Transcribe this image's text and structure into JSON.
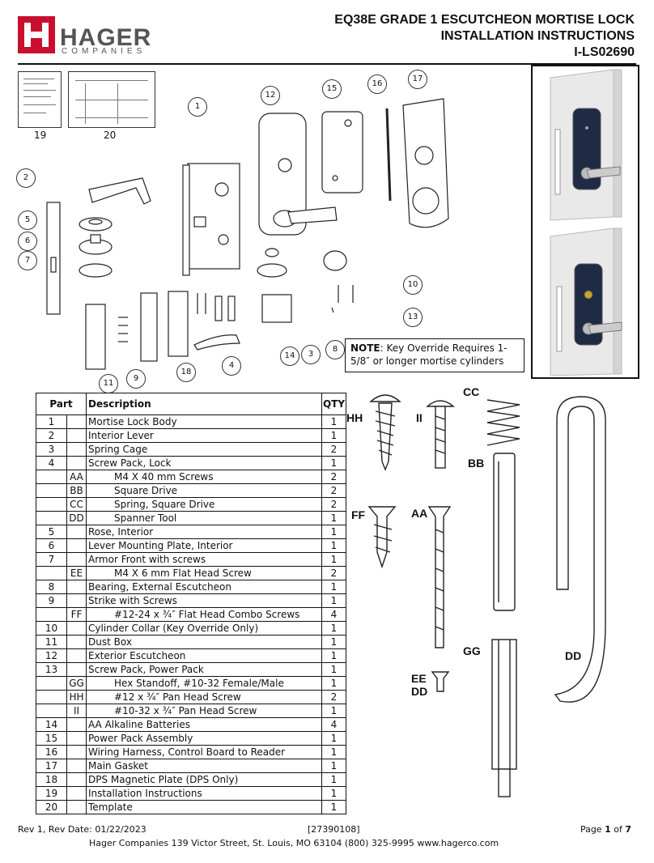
{
  "header": {
    "logo_word": "HAGER",
    "logo_sub": "COMPANIES",
    "title_line1": "EQ38E GRADE 1 ESCUTCHEON MORTISE LOCK",
    "title_line2": "INSTALLATION INSTRUCTIONS",
    "title_line3": "I-LS02690"
  },
  "thumbnails": [
    "19",
    "20"
  ],
  "callouts": [
    "1",
    "2",
    "5",
    "6",
    "7",
    "12",
    "15",
    "16",
    "17",
    "10",
    "13",
    "8",
    "3",
    "14",
    "4",
    "18",
    "9",
    "11"
  ],
  "note": {
    "label": "NOTE",
    "text": ": Key Override Requires 1-5/8″ or longer mortise cylinders"
  },
  "table": {
    "headers": {
      "part": "Part",
      "description": "Description",
      "qty": "QTY"
    },
    "rows": [
      {
        "part": "1",
        "sub": "",
        "desc": "Mortise Lock Body",
        "qty": "1"
      },
      {
        "part": "2",
        "sub": "",
        "desc": "Interior Lever",
        "qty": "1"
      },
      {
        "part": "3",
        "sub": "",
        "desc": "Spring Cage",
        "qty": "2"
      },
      {
        "part": "4",
        "sub": "",
        "desc": "Screw Pack, Lock",
        "qty": "1"
      },
      {
        "part": "",
        "sub": "AA",
        "desc": "M4 X 40 mm Screws",
        "qty": "2"
      },
      {
        "part": "",
        "sub": "BB",
        "desc": "Square Drive",
        "qty": "2"
      },
      {
        "part": "",
        "sub": "CC",
        "desc": "Spring, Square Drive",
        "qty": "2"
      },
      {
        "part": "",
        "sub": "DD",
        "desc": "Spanner Tool",
        "qty": "1"
      },
      {
        "part": "5",
        "sub": "",
        "desc": "Rose, Interior",
        "qty": "1"
      },
      {
        "part": "6",
        "sub": "",
        "desc": "Lever Mounting Plate, Interior",
        "qty": "1"
      },
      {
        "part": "7",
        "sub": "",
        "desc": "Armor Front with screws",
        "qty": "1"
      },
      {
        "part": "",
        "sub": "EE",
        "desc": "M4 X 6 mm Flat Head Screw",
        "qty": "2"
      },
      {
        "part": "8",
        "sub": "",
        "desc": "Bearing, External Escutcheon",
        "qty": "1"
      },
      {
        "part": "9",
        "sub": "",
        "desc": "Strike with Screws",
        "qty": "1"
      },
      {
        "part": "",
        "sub": "FF",
        "desc": "#12-24 x ¾″ Flat Head Combo Screws",
        "qty": "4"
      },
      {
        "part": "10",
        "sub": "",
        "desc": "Cylinder Collar (Key Override Only)",
        "qty": "1"
      },
      {
        "part": "11",
        "sub": "",
        "desc": "Dust Box",
        "qty": "1"
      },
      {
        "part": "12",
        "sub": "",
        "desc": "Exterior Escutcheon",
        "qty": "1"
      },
      {
        "part": "13",
        "sub": "",
        "desc": "Screw Pack, Power Pack",
        "qty": "1"
      },
      {
        "part": "",
        "sub": "GG",
        "desc": "Hex Standoff, #10-32 Female/Male",
        "qty": "1"
      },
      {
        "part": "",
        "sub": "HH",
        "desc": "#12 x ¾″ Pan Head Screw",
        "qty": "2"
      },
      {
        "part": "",
        "sub": "II",
        "desc": "#10-32 x ¾″ Pan Head Screw",
        "qty": "1"
      },
      {
        "part": "14",
        "sub": "",
        "desc": "AA Alkaline Batteries",
        "qty": "4"
      },
      {
        "part": "15",
        "sub": "",
        "desc": "Power Pack Assembly",
        "qty": "1"
      },
      {
        "part": "16",
        "sub": "",
        "desc": "Wiring Harness, Control Board to Reader",
        "qty": "1"
      },
      {
        "part": "17",
        "sub": "",
        "desc": "Main Gasket",
        "qty": "1"
      },
      {
        "part": "18",
        "sub": "",
        "desc": "DPS Magnetic Plate (DPS Only)",
        "qty": "1"
      },
      {
        "part": "19",
        "sub": "",
        "desc": "Installation Instructions",
        "qty": "1"
      },
      {
        "part": "20",
        "sub": "",
        "desc": "Template",
        "qty": "1"
      }
    ]
  },
  "hardware_labels": {
    "hh": "HH",
    "ii": "II",
    "cc": "CC",
    "bb": "BB",
    "ff": "FF",
    "aa": "AA",
    "gg": "GG",
    "ee": "EE",
    "dd_small": "DD",
    "dd": "DD"
  },
  "footer": {
    "rev": "Rev 1, Rev Date: 01/22/2023",
    "doc_code": "[27390108]",
    "page_prefix": "Page ",
    "page_num": "1",
    "page_of": " of ",
    "page_total": "7",
    "address": "Hager Companies  139 Victor Street, St. Louis, MO 63104   (800) 325-9995   www.hagerco.com"
  },
  "colors": {
    "brand_red": "#c8102e",
    "escutcheon_dark": "#1f2a44",
    "door_grey": "#e6e6e6"
  }
}
